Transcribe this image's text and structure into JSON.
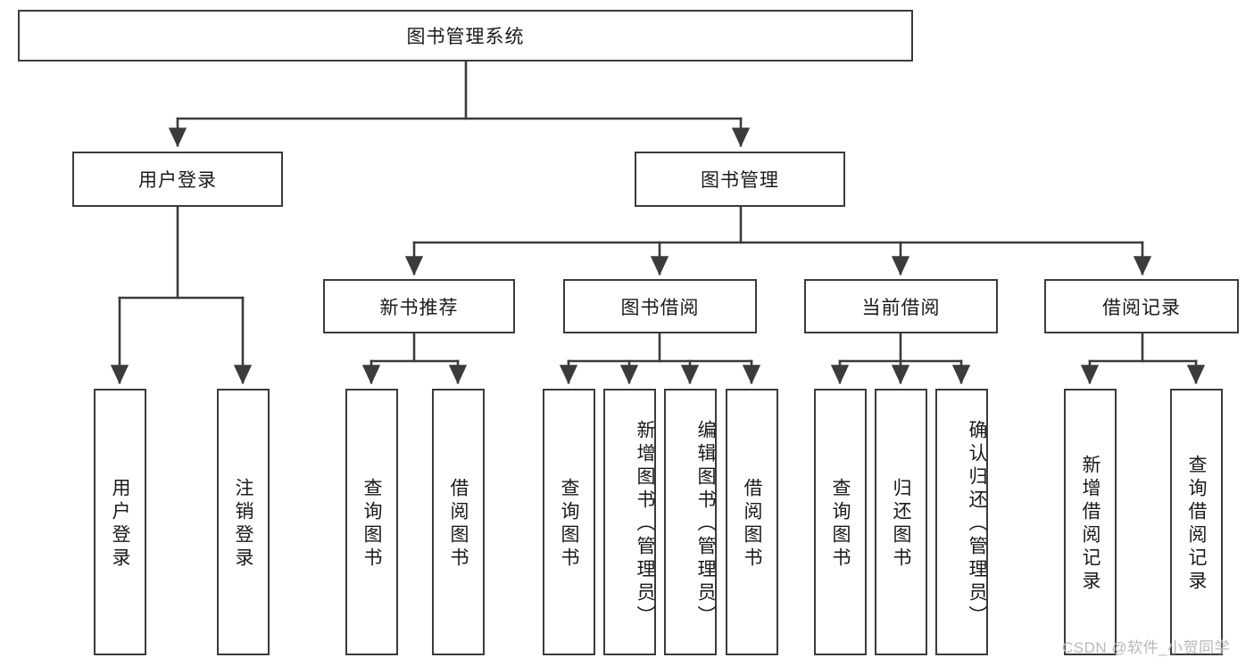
{
  "diagram": {
    "type": "tree-hierarchy-chart",
    "title": "图书管理系统",
    "orientation": "top-down",
    "colors": {
      "box_border": "#3b3b3b",
      "box_fill": "#ffffff",
      "edge": "#3b3b3b",
      "text": "#1a1a1a",
      "background": "#ffffff",
      "watermark": "#b8b8b8"
    }
  },
  "root": {
    "label": "图书管理系统"
  },
  "level2": [
    {
      "id": "user-login",
      "label": "用户登录"
    },
    {
      "id": "book-management",
      "label": "图书管理"
    }
  ],
  "level3": [
    {
      "id": "new-book-recommend",
      "label": "新书推荐",
      "parent": "book-management"
    },
    {
      "id": "book-borrow",
      "label": "图书借阅",
      "parent": "book-management"
    },
    {
      "id": "current-borrow",
      "label": "当前借阅",
      "parent": "book-management"
    },
    {
      "id": "borrow-record",
      "label": "借阅记录",
      "parent": "book-management"
    }
  ],
  "leaves": [
    {
      "id": "leaf-user-login",
      "label": "用户登录",
      "parent": "user-login"
    },
    {
      "id": "leaf-logout-login",
      "label": "注销登录",
      "parent": "user-login"
    },
    {
      "id": "leaf-query-book-1",
      "label": "查询图书",
      "parent": "new-book-recommend"
    },
    {
      "id": "leaf-borrow-book-1",
      "label": "借阅图书",
      "parent": "new-book-recommend"
    },
    {
      "id": "leaf-query-book-2",
      "label": "查询图书",
      "parent": "book-borrow"
    },
    {
      "id": "leaf-add-book",
      "label": "新增图书（管理员）",
      "parent": "book-borrow"
    },
    {
      "id": "leaf-edit-book",
      "label": "编辑图书（管理员）",
      "parent": "book-borrow"
    },
    {
      "id": "leaf-borrow-book-2",
      "label": "借阅图书",
      "parent": "book-borrow"
    },
    {
      "id": "leaf-query-book-3",
      "label": "查询图书",
      "parent": "current-borrow"
    },
    {
      "id": "leaf-return-book",
      "label": "归还图书",
      "parent": "current-borrow"
    },
    {
      "id": "leaf-confirm-return",
      "label": "确认归还（管理员）",
      "parent": "current-borrow"
    },
    {
      "id": "leaf-add-record",
      "label": "新增借阅记录",
      "parent": "borrow-record"
    },
    {
      "id": "leaf-query-record",
      "label": "查询借阅记录",
      "parent": "borrow-record"
    }
  ],
  "watermark": {
    "text": "CSDN @软件_小贺同学"
  }
}
